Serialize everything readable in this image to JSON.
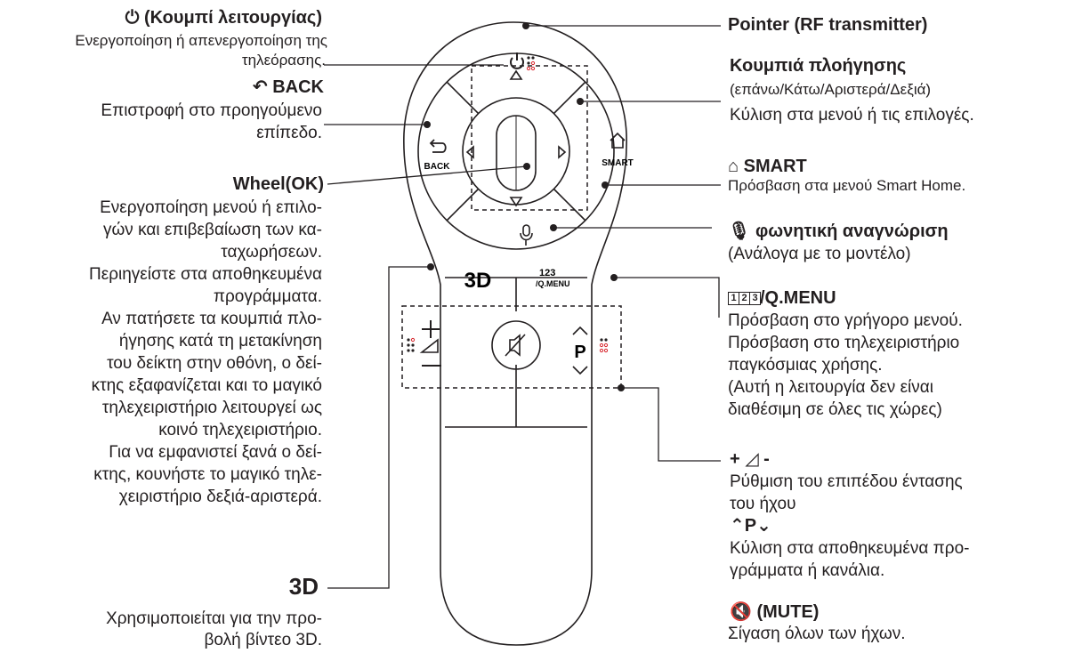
{
  "left": {
    "power_title": "(Κουμπί λειτουργίας)",
    "power_desc_1": "Ενεργοποίηση ή απενεργοποίηση της",
    "power_desc_2": "τηλεόρασης.",
    "back_title": "BACK",
    "back_desc_1": "Επιστροφή στο προηγούμενο",
    "back_desc_2": "επίπεδο.",
    "wheel_title": "Wheel(OK)",
    "wheel_desc": [
      "Ενεργοποίηση μενού ή επιλο-",
      "γών και επιβεβαίωση των κα-",
      "ταχωρήσεων.",
      "Περιηγείστε στα αποθηκευμένα",
      "προγράμματα.",
      "Αν πατήσετε τα κουμπιά πλο-",
      "ήγησης κατά τη μετακίνηση",
      "του δείκτη στην οθόνη, ο δεί-",
      "κτης εξαφανίζεται και το μαγικό",
      "τηλεχειριστήριο λειτουργεί ως",
      "κοινό τηλεχειριστήριο.",
      "Για να εμφανιστεί ξανά ο δεί-",
      "κτης, κουνήστε το μαγικό τηλε-",
      "χειριστήριο δεξιά-αριστερά."
    ],
    "three_d_symbol": "3D",
    "three_d_desc_1": "Χρησιμοποιείται για την προ-",
    "three_d_desc_2": "βολή βίντεο 3D."
  },
  "right": {
    "pointer_title": "Pointer (RF transmitter)",
    "nav_title": "Κουμπιά πλοήγησης",
    "nav_desc_1": "(επάνω/Κάτω/Αριστερά/Δεξιά)",
    "nav_desc_2": "Κύλιση στα μενού ή τις επιλογές.",
    "smart_title": "SMART",
    "smart_desc": "Πρόσβαση στα μενού Smart Home.",
    "voice_title": "φωνητική αναγνώριση",
    "voice_desc": "(Ανάλογα με το μοντέλο)",
    "qmenu_digits": [
      "1",
      "2",
      "3"
    ],
    "qmenu_title": "/Q.MENU",
    "qmenu_desc": [
      "Πρόσβαση στο γρήγορο μενού.",
      "Πρόσβαση  στο  τηλεχειριστήριο",
      "παγκόσμιας χρήσης.",
      "(Αυτή η λειτουργία δεν είναι",
      "διαθέσιμη σε όλες τις χώρες)"
    ],
    "volume_title": "+ ◿ -",
    "volume_desc_1": "Ρύθμιση του επιπέδου έντασης",
    "volume_desc_2": "του ήχου",
    "program_title": "P",
    "program_desc_1": "Κύλιση στα αποθηκευμένα προ-",
    "program_desc_2": "γράμματα ή κανάλια.",
    "mute_title": "(MUTE)",
    "mute_desc": "Σίγαση όλων των ήχων."
  },
  "remote": {
    "back_label": "BACK",
    "smart_label": "SMART",
    "three_d_label": "3D",
    "qmenu_label": "/Q.MENU",
    "qmenu_digits": [
      "1",
      "2",
      "3"
    ],
    "p_label": "P",
    "plus_label": "+",
    "minus_label": "−"
  },
  "colors": {
    "line": "#231f20",
    "dot_red": "#d8282f"
  }
}
